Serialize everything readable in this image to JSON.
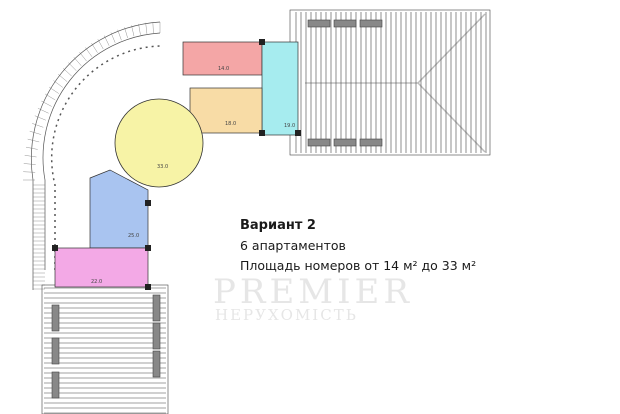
{
  "plan": {
    "variant_title": "Вариант 2",
    "apartments": "6 апартаментов",
    "area_range": "Площадь номеров от 14 м² до 33 м²",
    "rooms": [
      {
        "area": "14.0",
        "color": "#f4a6a6"
      },
      {
        "area": "19.0",
        "color": "#a6ecef"
      },
      {
        "area": "18.0",
        "color": "#f8dca6"
      },
      {
        "area": "33.0",
        "color": "#f7f3a6"
      },
      {
        "area": "25.0",
        "color": "#a9c4f0"
      },
      {
        "area": "22.0",
        "color": "#f3a9e6"
      }
    ]
  },
  "watermark": {
    "brand": "PREMIER",
    "sub": "НЕРУХОМІСТЬ"
  }
}
